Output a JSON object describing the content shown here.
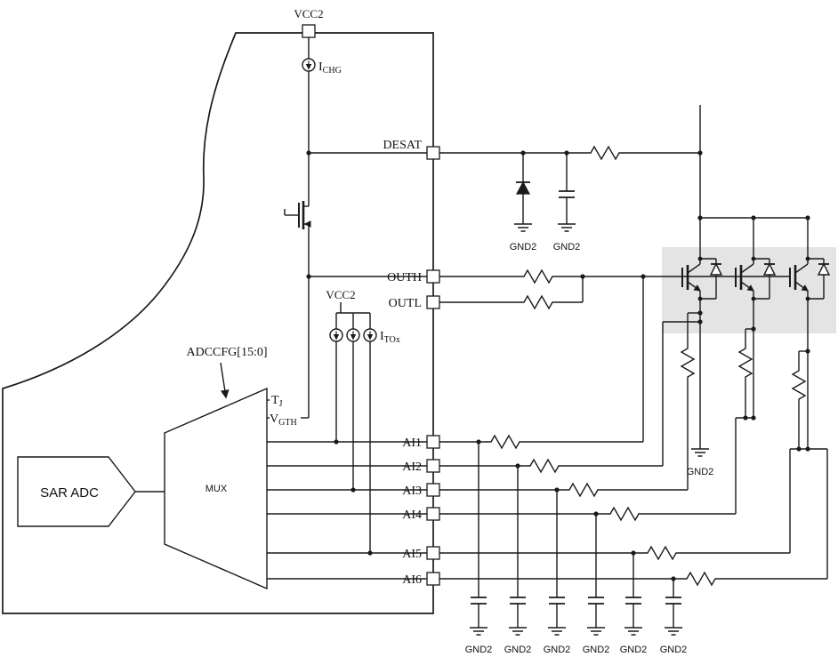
{
  "colors": {
    "line": "#1a1a1a",
    "accent_blue": "#2323cc",
    "module_gray": "#e4e4e4"
  },
  "pins": {
    "vcc2": "VCC2",
    "desat": "DESAT",
    "outh": "OUTH",
    "outl": "OUTL",
    "ai": [
      "AI1",
      "AI2",
      "AI3",
      "AI4",
      "AI5",
      "AI6"
    ]
  },
  "labels": {
    "vcc2_top": "VCC2",
    "vcc2_inner": "VCC2",
    "ichg_main": "I",
    "ichg_sub": "CHG",
    "itox_main": "I",
    "itox_sub": "TOx",
    "adccfg": "ADCCFG[15:0]",
    "tj_main": "T",
    "tj_sub": "J",
    "vgth_main": "V",
    "vgth_sub": "GTH",
    "mux": "MUX",
    "sar_adc": "SAR ADC",
    "gnd2": "GND2"
  }
}
